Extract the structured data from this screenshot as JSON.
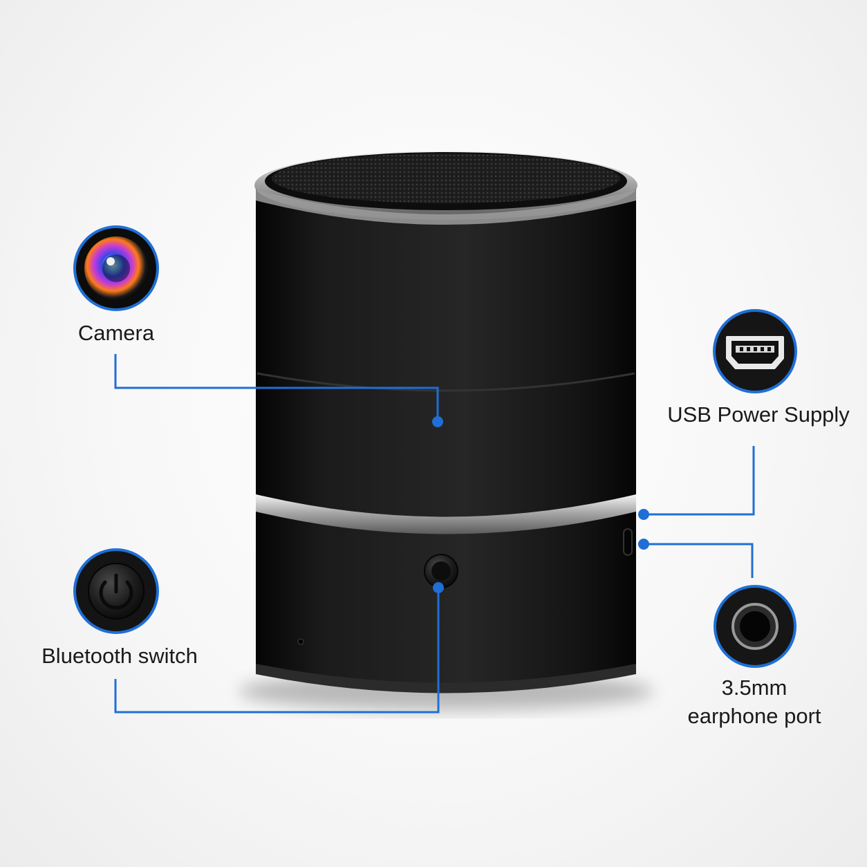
{
  "callouts": {
    "camera": {
      "label": "Camera",
      "icon": "camera-lens-icon"
    },
    "usb": {
      "label": "USB Power Supply",
      "icon": "mini-usb-port-icon"
    },
    "bluetooth": {
      "label": "Bluetooth switch",
      "icon": "power-button-icon"
    },
    "earphone": {
      "label_line1": "3.5mm",
      "label_line2": "earphone port",
      "icon": "audio-jack-icon"
    }
  },
  "colors": {
    "accent": "#1f6fd6",
    "leader_line": "#1f6fd6",
    "device_body": "#151515",
    "chrome_ring": "#c9c9c9"
  }
}
